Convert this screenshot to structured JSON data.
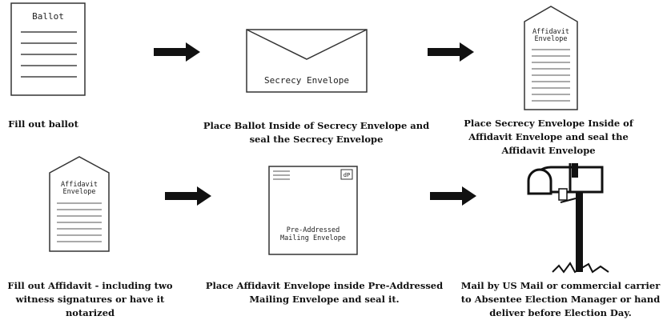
{
  "icons": {
    "ballot_label": "Ballot",
    "secrecy_envelope_label": "Secrecy Envelope",
    "affidavit_line1": "Affidavit",
    "affidavit_line2": "Envelope",
    "mailing_line1": "Pre-Addressed",
    "mailing_line2": "Mailing Envelope",
    "stamp": "dP",
    "arrow": "right-arrow-icon",
    "mailbox": "mailbox-icon"
  },
  "steps": [
    {
      "caption": "Fill out ballot"
    },
    {
      "caption": "Place Ballot Inside of Secrecy Envelope and seal the Secrecy Envelope"
    },
    {
      "caption": "Place Secrecy Envelope Inside of Affidavit Envelope and seal the Affidavit Envelope"
    },
    {
      "caption": "Fill out Affidavit - including two witness signatures or have it notarized"
    },
    {
      "caption": "Place Affidavit Envelope inside Pre-Addressed Mailing Envelope and seal it."
    },
    {
      "caption": "Mail by US Mail or commercial carrier to Absentee Election Manager or hand deliver before Election Day."
    }
  ]
}
